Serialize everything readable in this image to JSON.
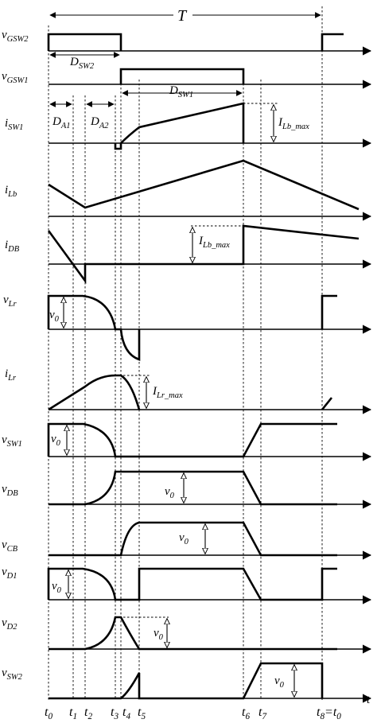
{
  "period": "T",
  "signals": [
    {
      "name": "v",
      "sub": "GSW2"
    },
    {
      "name": "v",
      "sub": "GSW1"
    },
    {
      "name": "i",
      "sub": "SW1"
    },
    {
      "name": "i",
      "sub": "Lb"
    },
    {
      "name": "i",
      "sub": "DB"
    },
    {
      "name": "v",
      "sub": "Lr"
    },
    {
      "name": "i",
      "sub": "Lr"
    },
    {
      "name": "v",
      "sub": "SW1"
    },
    {
      "name": "v",
      "sub": "DB"
    },
    {
      "name": "v",
      "sub": "CB"
    },
    {
      "name": "v",
      "sub": "D1"
    },
    {
      "name": "v",
      "sub": "D2"
    },
    {
      "name": "v",
      "sub": "SW2"
    }
  ],
  "annotations": {
    "d_sw2": {
      "main": "D",
      "sub": "SW2"
    },
    "d_sw1": {
      "main": "D",
      "sub": "SW1"
    },
    "d_a1": {
      "main": "D",
      "sub": "A1"
    },
    "d_a2": {
      "main": "D",
      "sub": "A2"
    },
    "i_lb_max_1": {
      "main": "I",
      "sub": "Lb_max"
    },
    "i_lb_max_2": {
      "main": "I",
      "sub": "Lb_max"
    },
    "i_lr_max": {
      "main": "I",
      "sub": "Lr_max"
    },
    "v0_vlr": {
      "main": "v",
      "sub": "0"
    },
    "v0_vsw1": {
      "main": "v",
      "sub": "0"
    },
    "v0_vdb": {
      "main": "v",
      "sub": "0"
    },
    "v0_vcb": {
      "main": "v",
      "sub": "0"
    },
    "v0_vd1": {
      "main": "v",
      "sub": "0"
    },
    "v0_vd2": {
      "main": "v",
      "sub": "0"
    },
    "v0_vsw2": {
      "main": "v",
      "sub": "0"
    }
  },
  "time_labels": [
    {
      "main": "t",
      "sub": "0"
    },
    {
      "main": "t",
      "sub": "1"
    },
    {
      "main": "t",
      "sub": "2"
    },
    {
      "main": "t",
      "sub": "3"
    },
    {
      "main": "t",
      "sub": "4"
    },
    {
      "main": "t",
      "sub": "5"
    },
    {
      "main": "t",
      "sub": "6"
    },
    {
      "main": "t",
      "sub": "7"
    },
    {
      "main": "t",
      "sub": "8"
    },
    {
      "main": "=t",
      "sub": "0"
    }
  ],
  "time_axis_label": "t"
}
